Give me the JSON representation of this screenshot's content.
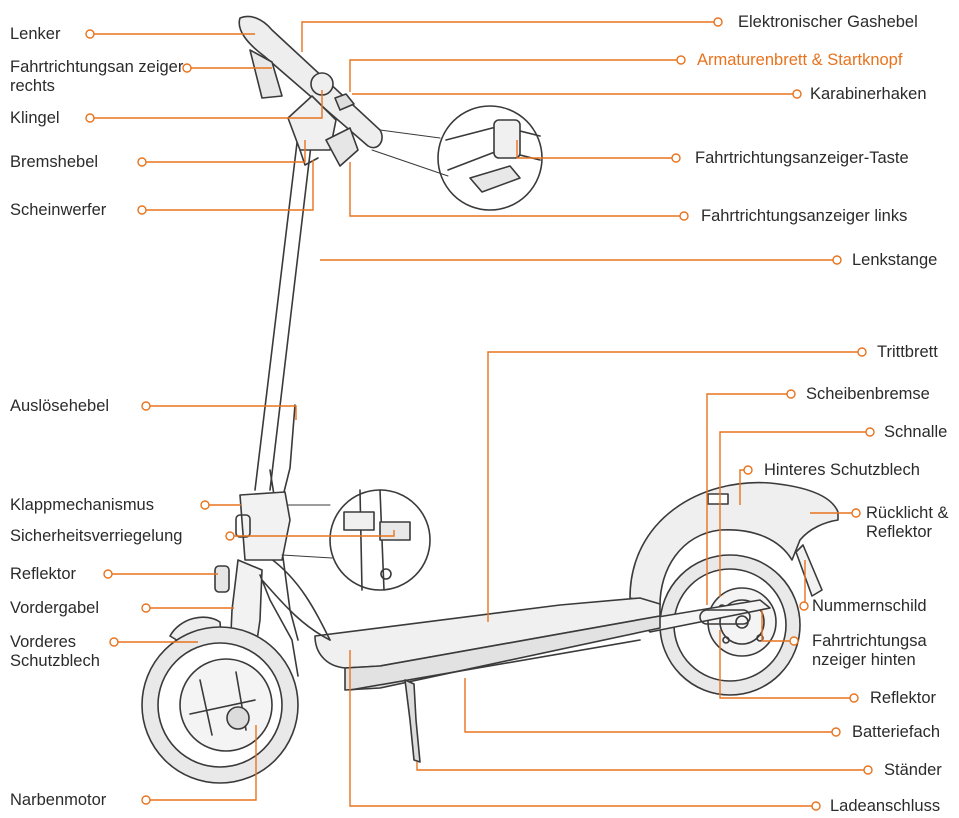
{
  "colors": {
    "accent": "#e8731e",
    "text": "#2b2b2b",
    "drawing": "#3a3a3a",
    "fill_light": "#ececec",
    "background": "#ffffff"
  },
  "labels": {
    "lenker": "Lenker",
    "fahrtrichtungsanzeiger_rechts": "Fahrtrichtungsan zeiger rechts",
    "klingel": "Klingel",
    "bremshebel": "Bremshebel",
    "scheinwerfer": "Scheinwerfer",
    "ausloesehebel": "Auslösehebel",
    "klappmechanismus": "Klappmechanismus",
    "sicherheitsverriegelung": "Sicherheitsverriegelung",
    "reflektor_vorne": "Reflektor",
    "vordergabel": "Vordergabel",
    "vorderes_schutzblech": "Vorderes Schutzblech",
    "narbenmotor": "Narbenmotor",
    "gashebel": "Elektronischer Gashebel",
    "armaturenbrett": "Armaturenbrett & Startknopf",
    "karabinerhaken": "Karabinerhaken",
    "fahrtrichtungsanzeiger_taste": "Fahrtrichtungsanzeiger-Taste",
    "fahrtrichtungsanzeiger_links": "Fahrtrichtungsanzeiger links",
    "lenkstange": "Lenkstange",
    "trittbrett": "Trittbrett",
    "scheibenbremse": "Scheibenbremse",
    "schnalle": "Schnalle",
    "hinteres_schutzblech": "Hinteres Schutzblech",
    "ruecklicht": "Rücklicht & Reflektor",
    "nummernschild": "Nummernschild",
    "fahrtrichtungsanzeiger_hinten": "Fahrtrichtungsa nzeiger hinten",
    "reflektor_hinten": "Reflektor",
    "batteriefach": "Batteriefach",
    "staender": "Ständer",
    "ladeanschluss": "Ladeanschluss"
  }
}
